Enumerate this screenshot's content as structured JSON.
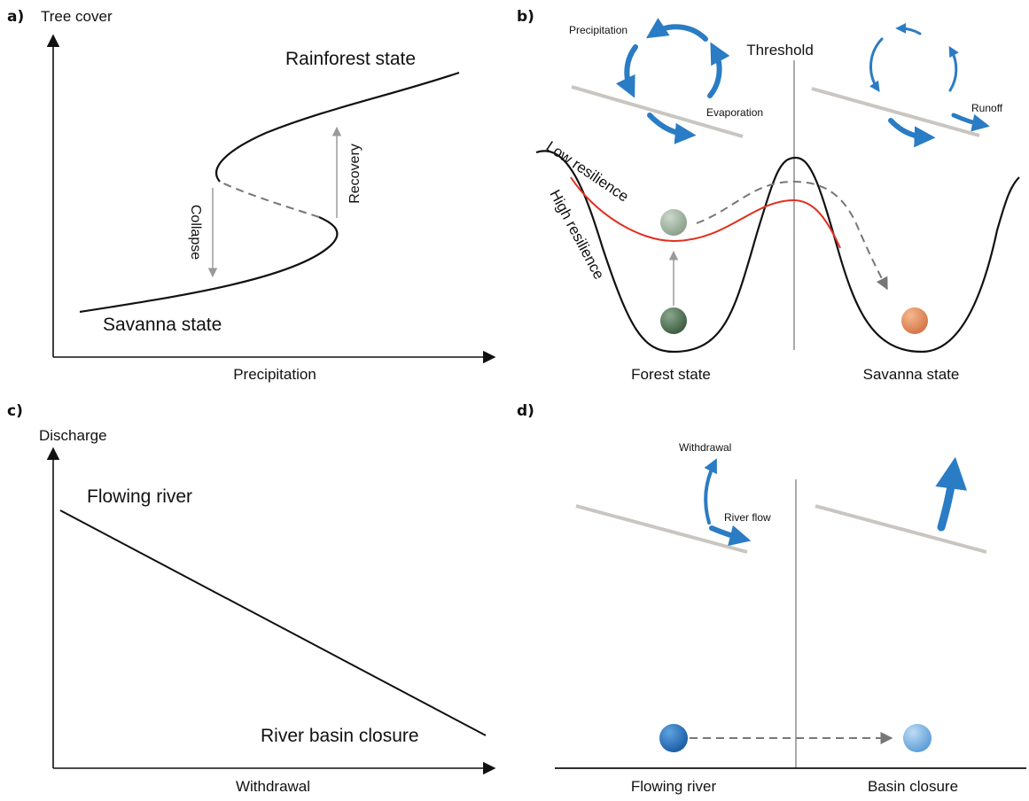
{
  "panel_a": {
    "tag": "a)",
    "y_axis": "Tree cover",
    "x_axis": "Precipitation",
    "upper_state": "Rainforest state",
    "lower_state": "Savanna state",
    "down_arrow": "Collapse",
    "up_arrow": "Recovery"
  },
  "panel_b": {
    "tag": "b)",
    "threshold": "Threshold",
    "left_cycle": {
      "top": "Precipitation",
      "right": "Evaporation"
    },
    "right_cycle": {
      "right": "Runoff"
    },
    "low_curve": "Low resilience",
    "high_curve": "High resilience",
    "left_state": "Forest state",
    "right_state": "Savanna state"
  },
  "panel_c": {
    "tag": "c)",
    "y_axis": "Discharge",
    "x_axis": "Withdrawal",
    "start_label": "Flowing river",
    "end_label": "River basin closure"
  },
  "panel_d": {
    "tag": "d)",
    "up_arrow": "Withdrawal",
    "flow_arrow": "River flow",
    "left_state": "Flowing river",
    "right_state": "Basin closure"
  },
  "colors": {
    "blue_arrow": "#2a7cc4",
    "ground_line": "#c9c5c0",
    "red_curve": "#e0301e",
    "forest_ball": "#4a6a4e",
    "pale_ball": "#9fb39e",
    "savanna_ball": "#e08a5a",
    "river_ball": "#2a72bd",
    "closure_ball": "#7bb5e6"
  }
}
